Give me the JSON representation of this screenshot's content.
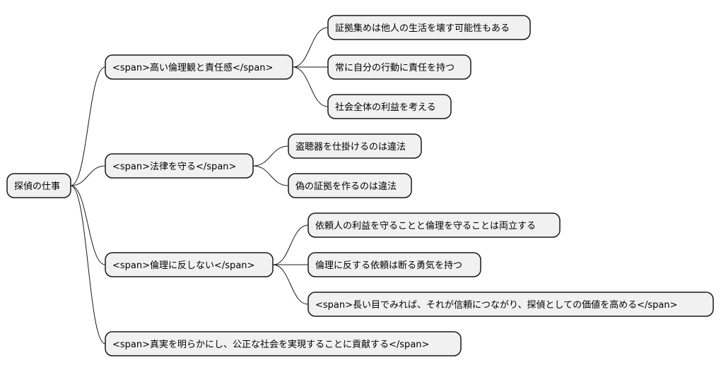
{
  "root": {
    "label": "探偵の仕事"
  },
  "branches": [
    {
      "label": "<span>高い倫理観と責任感</span>",
      "children": [
        {
          "label": "証拠集めは他人の生活を壊す可能性もある"
        },
        {
          "label": "常に自分の行動に責任を持つ"
        },
        {
          "label": "社会全体の利益を考える"
        }
      ]
    },
    {
      "label": "<span>法律を守る</span>",
      "children": [
        {
          "label": "盗聴器を仕掛けるのは違法"
        },
        {
          "label": "偽の証拠を作るのは違法"
        }
      ]
    },
    {
      "label": "<span>倫理に反しない</span>",
      "children": [
        {
          "label": "依頼人の利益を守ることと倫理を守ることは両立する"
        },
        {
          "label": "倫理に反する依頼は断る勇気を持つ"
        },
        {
          "label": "<span>長い目でみれば、それが信頼につながり、探偵としての価値を高める</span>"
        }
      ]
    },
    {
      "label": "<span>真実を明らかにし、公正な社会を実現することに貢献する</span>",
      "children": []
    }
  ],
  "colors": {
    "node_fill": "#f1f1f1",
    "stroke": "#181818",
    "text": "#000000"
  }
}
